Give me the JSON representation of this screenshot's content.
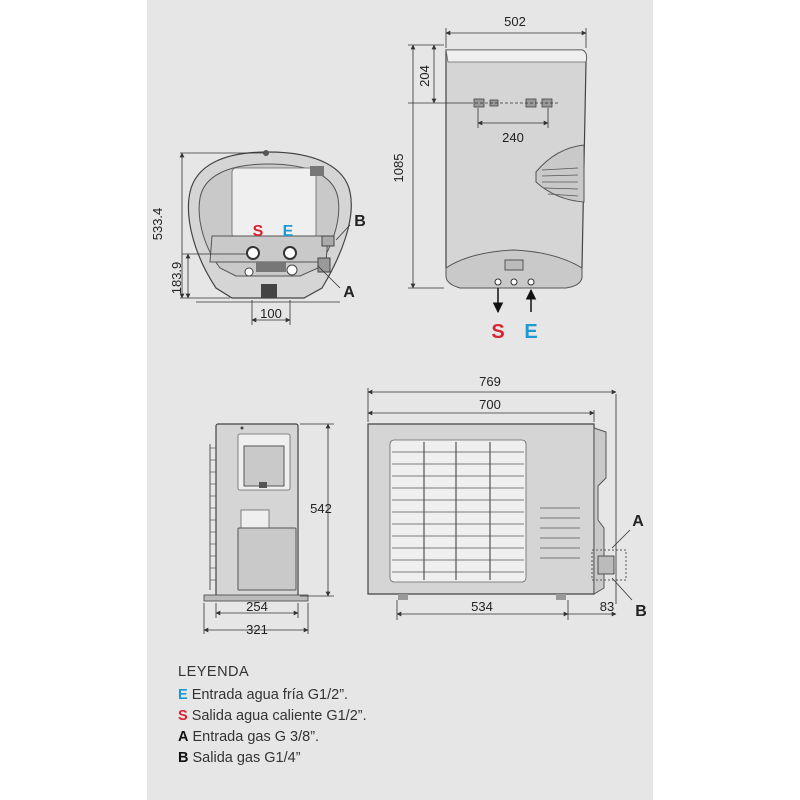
{
  "dimensions": {
    "tank_width": "502",
    "tank_top_offset": "204",
    "tank_connector_spacing": "240",
    "tank_height": "1085",
    "top_view_depth": "533.4",
    "top_view_connection_height": "183.9",
    "top_view_base": "100",
    "side_height": "542",
    "side_inner_width": "254",
    "side_outer_width": "321",
    "front_total_width": "769",
    "front_body_width": "700",
    "front_feet_spacing": "534",
    "front_valve_offset": "83"
  },
  "markers": {
    "S": "S",
    "E": "E",
    "A": "A",
    "B": "B"
  },
  "colors": {
    "S": "#d8242f",
    "E": "#1d9ad6"
  },
  "legend": {
    "title": "LEYENDA",
    "items": [
      {
        "key": "E",
        "text": " Entrada agua fría G1/2”."
      },
      {
        "key": "S",
        "text": " Salida agua caliente G1/2”."
      },
      {
        "key": "A",
        "text": " Entrada gas G 3/8”."
      },
      {
        "key": "B",
        "text": " Salida gas G1/4”"
      }
    ]
  }
}
